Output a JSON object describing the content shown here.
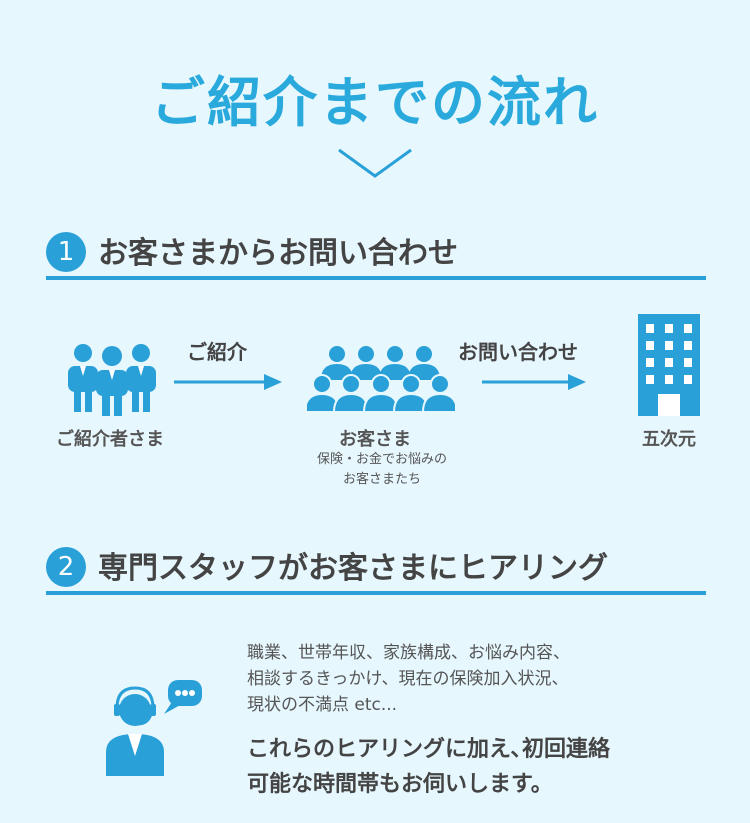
{
  "page": {
    "title": "ご紹介までの流れ"
  },
  "step1": {
    "number": "1",
    "title": "お客さまからお問い合わせ",
    "referrer_caption": "ご紹介者さま",
    "arrow1_label": "ご紹介",
    "customer_caption": "お客さま",
    "customer_sub1": "保険・お金でお悩みの",
    "customer_sub2": "お客さまたち",
    "arrow2_label": "お問い合わせ",
    "company_caption": "五次元"
  },
  "step2": {
    "number": "2",
    "title": "専門スタッフがお客さまにヒアリング",
    "lines": [
      "職業、世帯年収、家族構成、お悩み内容、",
      "相談するきっかけ、現在の保険加入状況、",
      "現状の不満点 etc..."
    ],
    "strong_lines": [
      "これらのヒアリングに加え､初回連絡",
      "可能な時間帯もお伺いします。"
    ]
  },
  "colors": {
    "accent": "#2aa0d8",
    "background": "#e6f7fe"
  }
}
